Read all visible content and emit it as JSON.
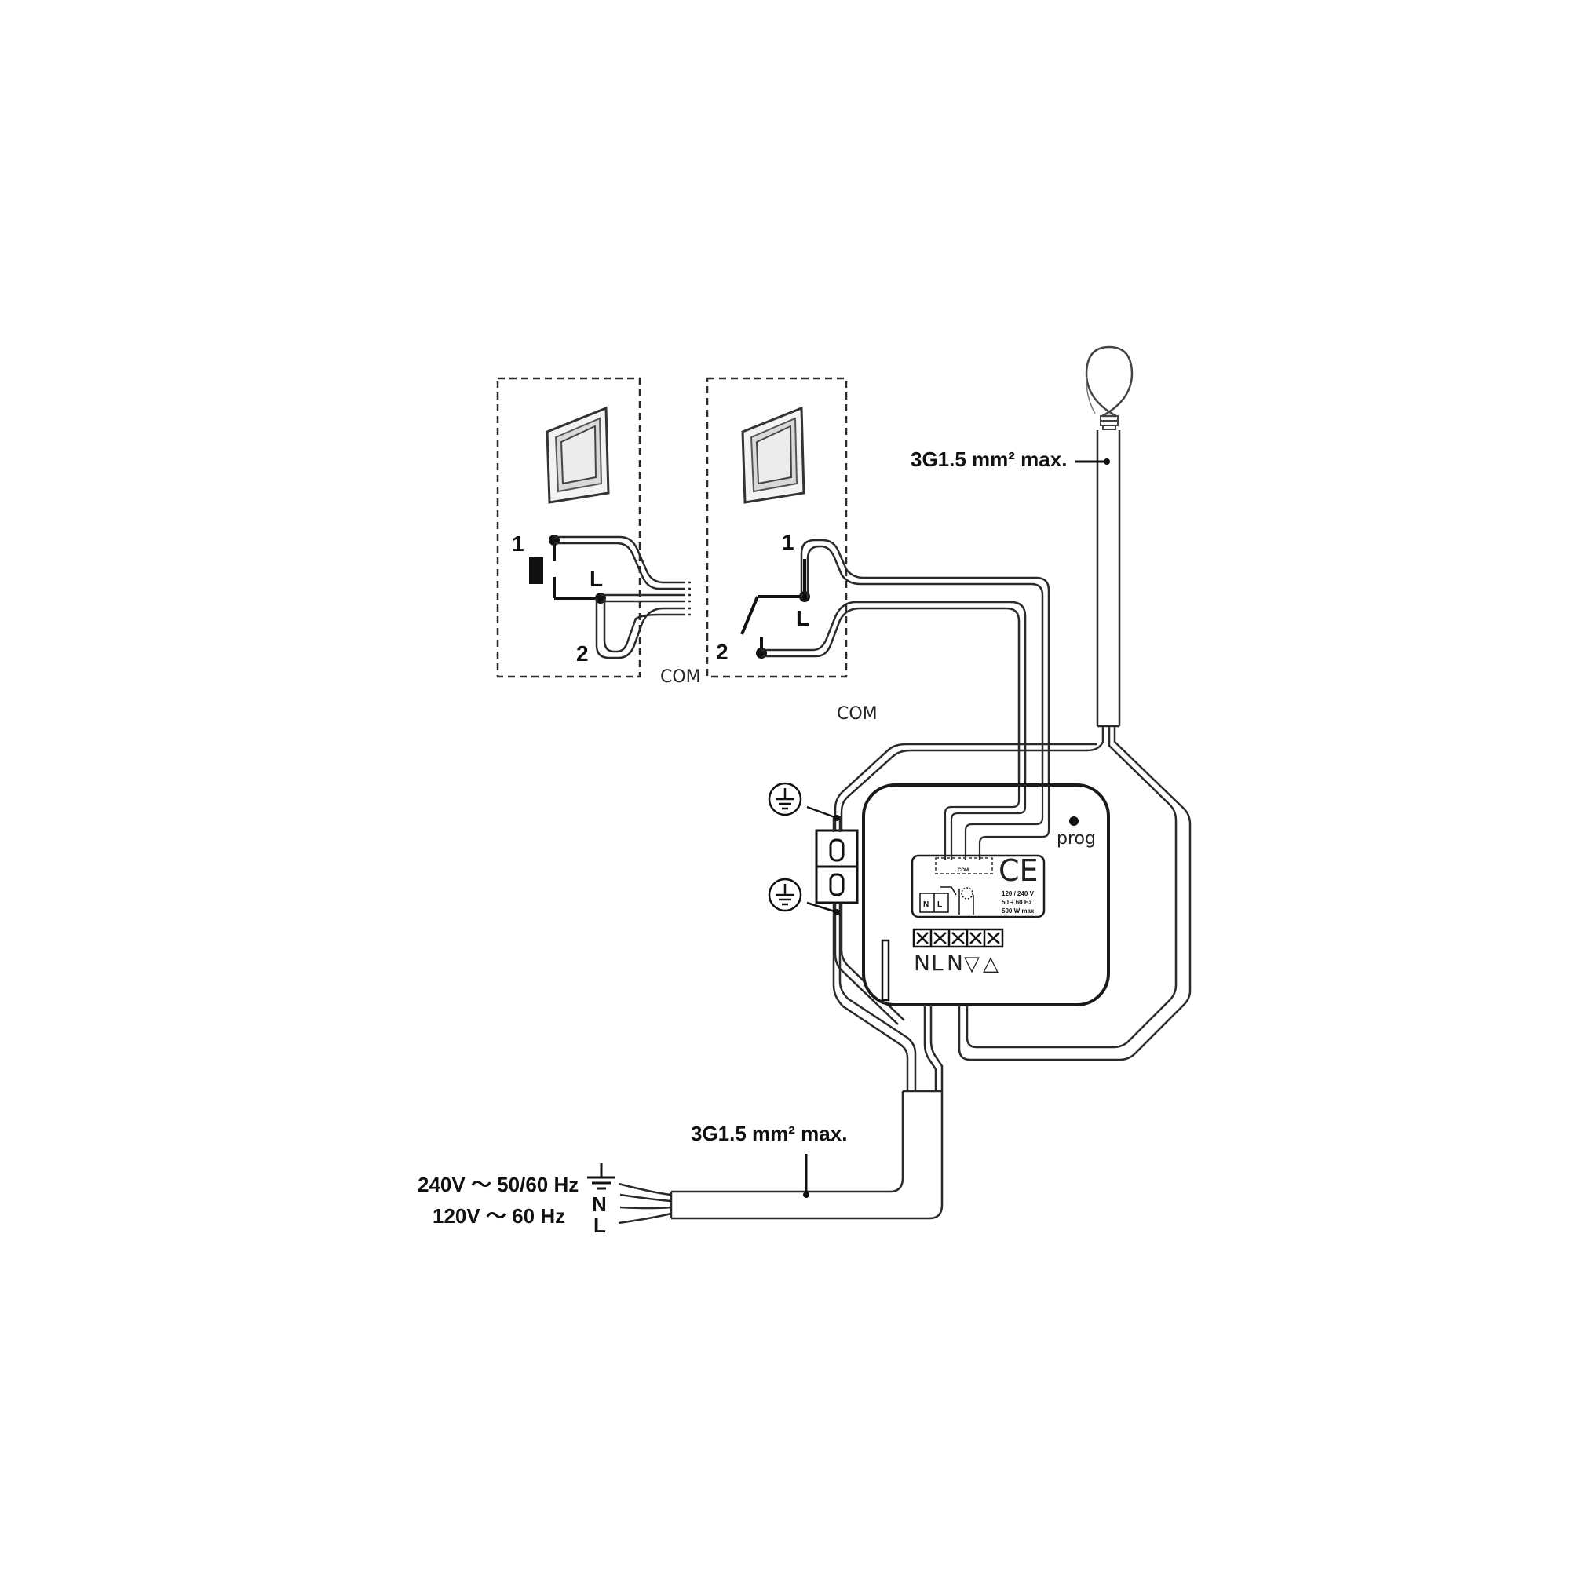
{
  "colors": {
    "line": "#2a2a2a",
    "background": "#ffffff"
  },
  "switches": {
    "left": {
      "terminal_1": "1",
      "terminal_2": "2",
      "terminal_l": "L",
      "com": "COM"
    },
    "right": {
      "terminal_1": "1",
      "terminal_2": "2",
      "terminal_l": "L",
      "com": "COM"
    }
  },
  "lamp": {
    "cable_label": "3G1.5 mm² max."
  },
  "module": {
    "prog": "prog",
    "ce": "CE",
    "label_com": "COM",
    "label_n": "N",
    "label_l": "L",
    "voltage": "120 / 240 V",
    "freq": "50 ÷ 60 Hz",
    "power": "500 W max",
    "terminals": [
      "N",
      "L",
      "N",
      "▽",
      "△"
    ]
  },
  "supply": {
    "cable_label": "3G1.5 mm² max.",
    "voltage_1": "240V ～ 50/60 Hz",
    "voltage_2": "120V ～ 60 Hz",
    "wire_n": "N",
    "wire_l": "L"
  },
  "icons": [
    "ground-icon",
    "lamp-icon",
    "wall-switch-icon",
    "pushbutton-icon"
  ]
}
